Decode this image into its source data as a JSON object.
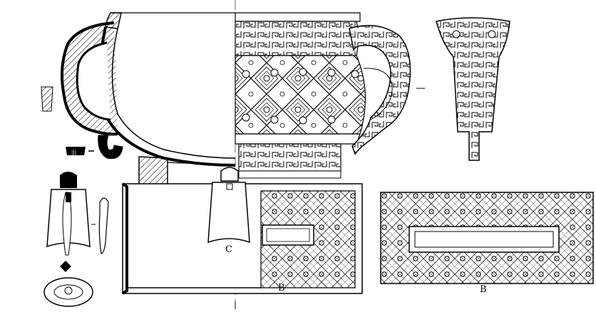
{
  "labels": {
    "bell": "C",
    "panel_section": "B",
    "panel_rubbing": "B"
  },
  "icons": {
    "vessel": "gui-vessel-drawing",
    "handle": "handle-section-icon",
    "bell": "bell-pendant-icon",
    "panel": "stand-panel-rubbing"
  },
  "colors": {
    "ink": "#000000",
    "paper": "#ffffff",
    "hatch": "#000000"
  }
}
